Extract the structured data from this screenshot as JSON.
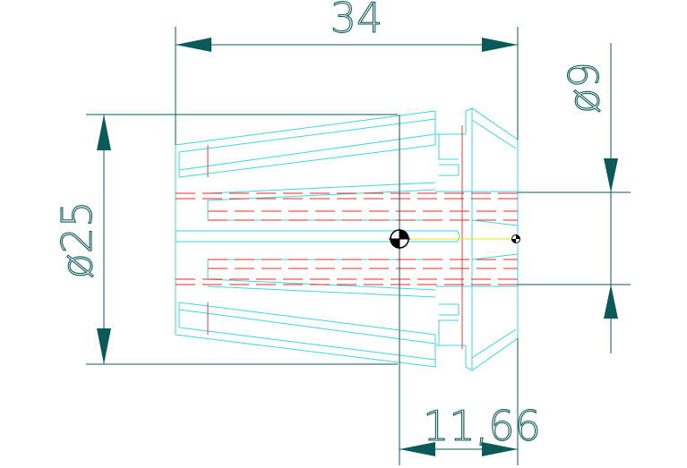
{
  "colors": {
    "background": "#ffffff",
    "dimension": "#0b5a5a",
    "outline": "#3fd6dc",
    "hidden": "#e8292a",
    "centerline": "#e8e800",
    "marker": "#000000"
  },
  "dimensions": {
    "length": "34",
    "outer_diameter": "ø25",
    "inner_diameter": "ø9",
    "front_length": "11,66"
  }
}
